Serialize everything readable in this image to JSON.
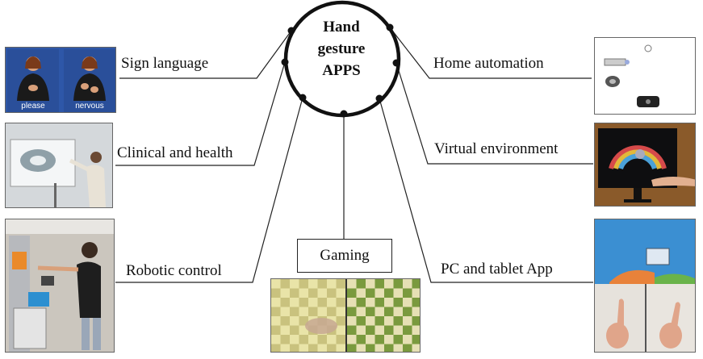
{
  "hub": {
    "line1": "Hand",
    "line2": "gesture",
    "line3": "APPS"
  },
  "apps": {
    "sign_language": "Sign language",
    "clinical": "Clinical and health",
    "robotic": "Robotic control",
    "gaming": "Gaming",
    "home": "Home automation",
    "virtual": "Virtual environment",
    "pc": "PC and tablet App"
  },
  "sign_captions": {
    "left": "please",
    "right": "nervous"
  },
  "colors": {
    "line": "#222222",
    "sign_bg": "#2e57a8",
    "clinical_bg": "#cfd3d6",
    "robot_bg": "#c9c4bc",
    "chess_light": "#e9e4a8",
    "chess_dark": "#7a9a3e",
    "virtual_bg": "#1a1a1a",
    "pc_sky": "#3a8ed0"
  }
}
